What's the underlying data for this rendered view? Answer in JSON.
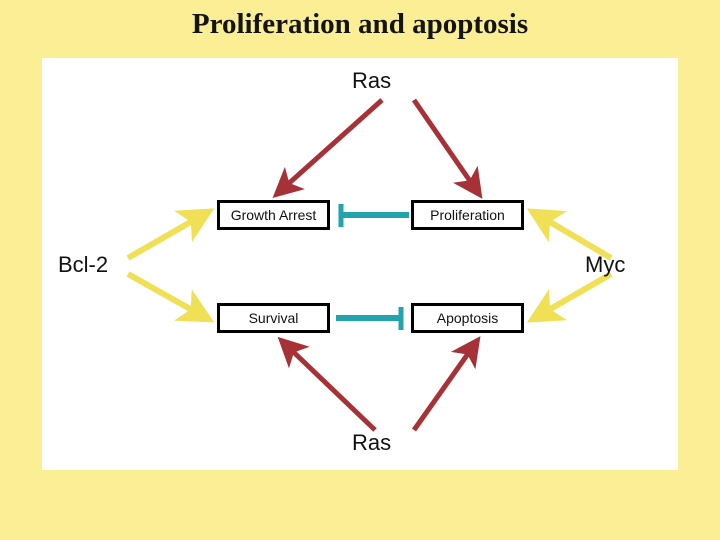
{
  "slide": {
    "title": "Proliferation and apoptosis",
    "background_color": "#FBEE94",
    "panel_color": "#FFFFFF"
  },
  "diagram": {
    "type": "signaling-pathway",
    "colors": {
      "activation_red": "#A63238",
      "activation_yellow": "#EFE055",
      "inhibition_teal": "#23A3AE",
      "box_border": "#000000",
      "text": "#111111"
    },
    "nodes": [
      {
        "id": "ras-top",
        "label": "Ras",
        "boxed": false
      },
      {
        "id": "growth-arrest",
        "label": "Growth Arrest",
        "boxed": true
      },
      {
        "id": "proliferation",
        "label": "Proliferation",
        "boxed": true
      },
      {
        "id": "survival",
        "label": "Survival",
        "boxed": true
      },
      {
        "id": "apoptosis",
        "label": "Apoptosis",
        "boxed": true
      },
      {
        "id": "ras-bottom",
        "label": "Ras",
        "boxed": false
      },
      {
        "id": "bcl-2",
        "label": "Bcl-2",
        "boxed": false
      },
      {
        "id": "myc",
        "label": "Myc",
        "boxed": false
      }
    ],
    "edges": [
      {
        "from": "ras-top",
        "to": "growth-arrest",
        "kind": "activation",
        "color": "#A63238"
      },
      {
        "from": "ras-top",
        "to": "proliferation",
        "kind": "activation",
        "color": "#A63238"
      },
      {
        "from": "ras-bottom",
        "to": "survival",
        "kind": "activation",
        "color": "#A63238"
      },
      {
        "from": "ras-bottom",
        "to": "apoptosis",
        "kind": "activation",
        "color": "#A63238"
      },
      {
        "from": "bcl-2",
        "to": "growth-arrest",
        "kind": "activation",
        "color": "#EFE055"
      },
      {
        "from": "bcl-2",
        "to": "survival",
        "kind": "activation",
        "color": "#EFE055"
      },
      {
        "from": "myc",
        "to": "proliferation",
        "kind": "activation",
        "color": "#EFE055"
      },
      {
        "from": "myc",
        "to": "apoptosis",
        "kind": "activation",
        "color": "#EFE055"
      },
      {
        "from": "proliferation",
        "to": "growth-arrest",
        "kind": "inhibition",
        "color": "#23A3AE"
      },
      {
        "from": "survival",
        "to": "apoptosis",
        "kind": "inhibition",
        "color": "#23A3AE"
      }
    ]
  }
}
